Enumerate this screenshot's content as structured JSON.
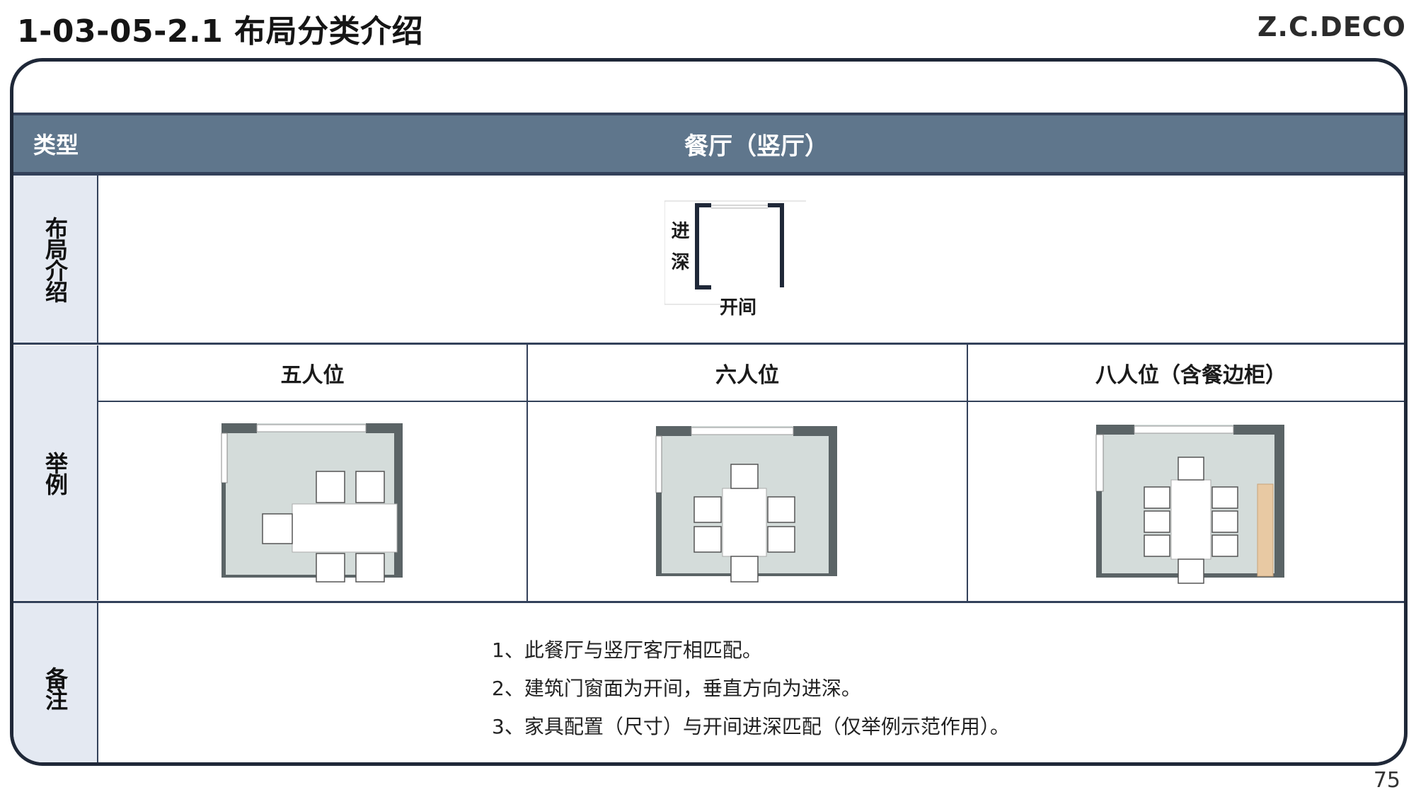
{
  "header": {
    "title": "1-03-05-2.1 布局分类介绍",
    "brand": "Z.C.DECO",
    "page_number": "75"
  },
  "table": {
    "type_label": "类型",
    "type_value": "餐厅（竖厅）",
    "layout_label": "布局介绍",
    "layout_diagram": {
      "depth_label": "进深",
      "width_label": "开间"
    },
    "example_label": "举例",
    "examples": [
      {
        "label": "五人位"
      },
      {
        "label": "六人位"
      },
      {
        "label": "八人位（含餐边柜）"
      }
    ],
    "notes_label": "备注",
    "notes": [
      "1、此餐厅与竖厅客厅相匹配。",
      "2、建筑门窗面为开间，垂直方向为进深。",
      "3、家具配置（尺寸）与开间进深匹配（仅举例示范作用）。"
    ]
  },
  "colors": {
    "header_bg": "#5f768c",
    "side_bg": "#e4e9f2",
    "border": "#1f2838",
    "floor": "#d4dcda",
    "wall": "#5b6466",
    "sideboard": "#e8c9a3"
  }
}
